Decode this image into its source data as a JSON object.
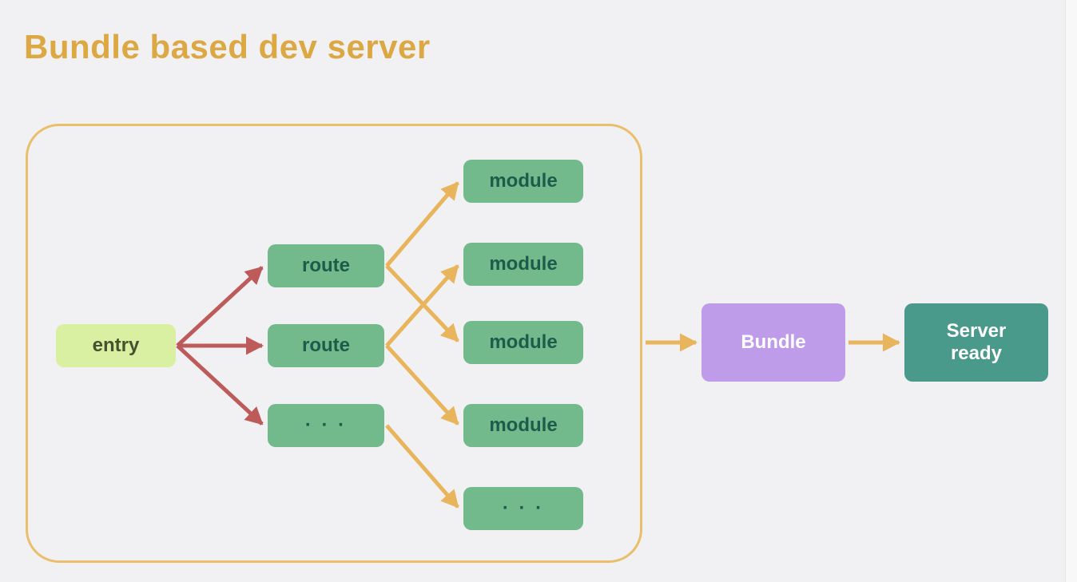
{
  "title": "Bundle based dev server",
  "colors": {
    "background": "#f1f1f3",
    "title": "#dca843",
    "frame_border": "#eabf6b",
    "entry_bg": "#d9efa2",
    "entry_text": "#46522f",
    "node_bg": "#72b98c",
    "node_text": "#1c5c4a",
    "bundle_bg": "#bf9cea",
    "server_bg": "#4a9a8b",
    "arrow_red": "#bd5a5a",
    "arrow_yellow": "#e8b45c"
  },
  "diagram": {
    "entry": {
      "label": "entry"
    },
    "routes": [
      {
        "label": "route"
      },
      {
        "label": "route"
      },
      {
        "label": "· · ·"
      }
    ],
    "modules": [
      {
        "label": "module"
      },
      {
        "label": "module"
      },
      {
        "label": "module"
      },
      {
        "label": "module"
      },
      {
        "label": "· · ·"
      }
    ],
    "bundle": {
      "label": "Bundle"
    },
    "server": {
      "line1": "Server",
      "line2": "ready"
    }
  }
}
